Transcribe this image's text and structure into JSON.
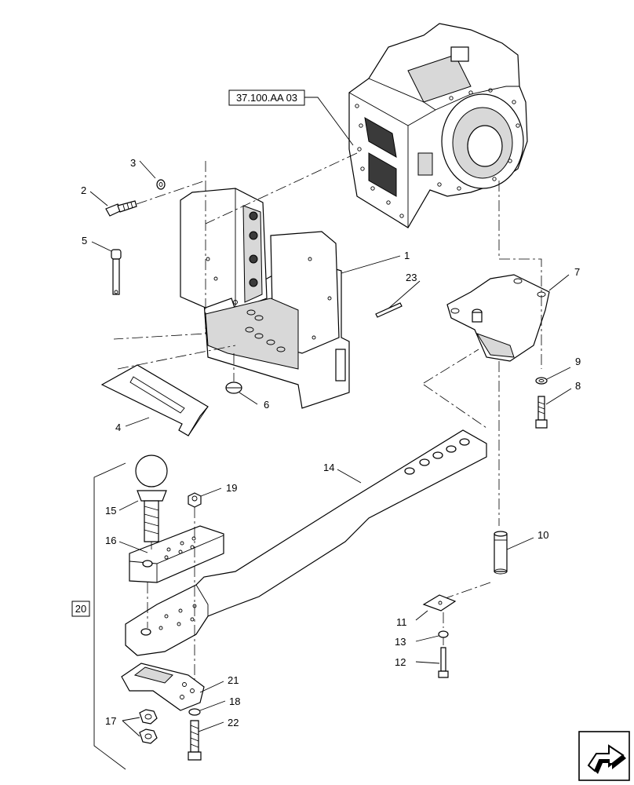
{
  "reference_box": {
    "text": "37.100.AA 03"
  },
  "group_box": {
    "text": "20"
  },
  "callouts": [
    {
      "id": "c1",
      "text": "1"
    },
    {
      "id": "c2",
      "text": "2"
    },
    {
      "id": "c3",
      "text": "3"
    },
    {
      "id": "c4",
      "text": "4"
    },
    {
      "id": "c5",
      "text": "5"
    },
    {
      "id": "c6",
      "text": "6"
    },
    {
      "id": "c7",
      "text": "7"
    },
    {
      "id": "c8",
      "text": "8"
    },
    {
      "id": "c9",
      "text": "9"
    },
    {
      "id": "c10",
      "text": "10"
    },
    {
      "id": "c11",
      "text": "11"
    },
    {
      "id": "c12",
      "text": "12"
    },
    {
      "id": "c13",
      "text": "13"
    },
    {
      "id": "c14",
      "text": "14"
    },
    {
      "id": "c15",
      "text": "15"
    },
    {
      "id": "c16",
      "text": "16"
    },
    {
      "id": "c17",
      "text": "17"
    },
    {
      "id": "c18",
      "text": "18"
    },
    {
      "id": "c19",
      "text": "19"
    },
    {
      "id": "c21",
      "text": "21"
    },
    {
      "id": "c22",
      "text": "22"
    },
    {
      "id": "c23",
      "text": "23"
    }
  ],
  "nav_icon": "next-page-arrow-icon"
}
